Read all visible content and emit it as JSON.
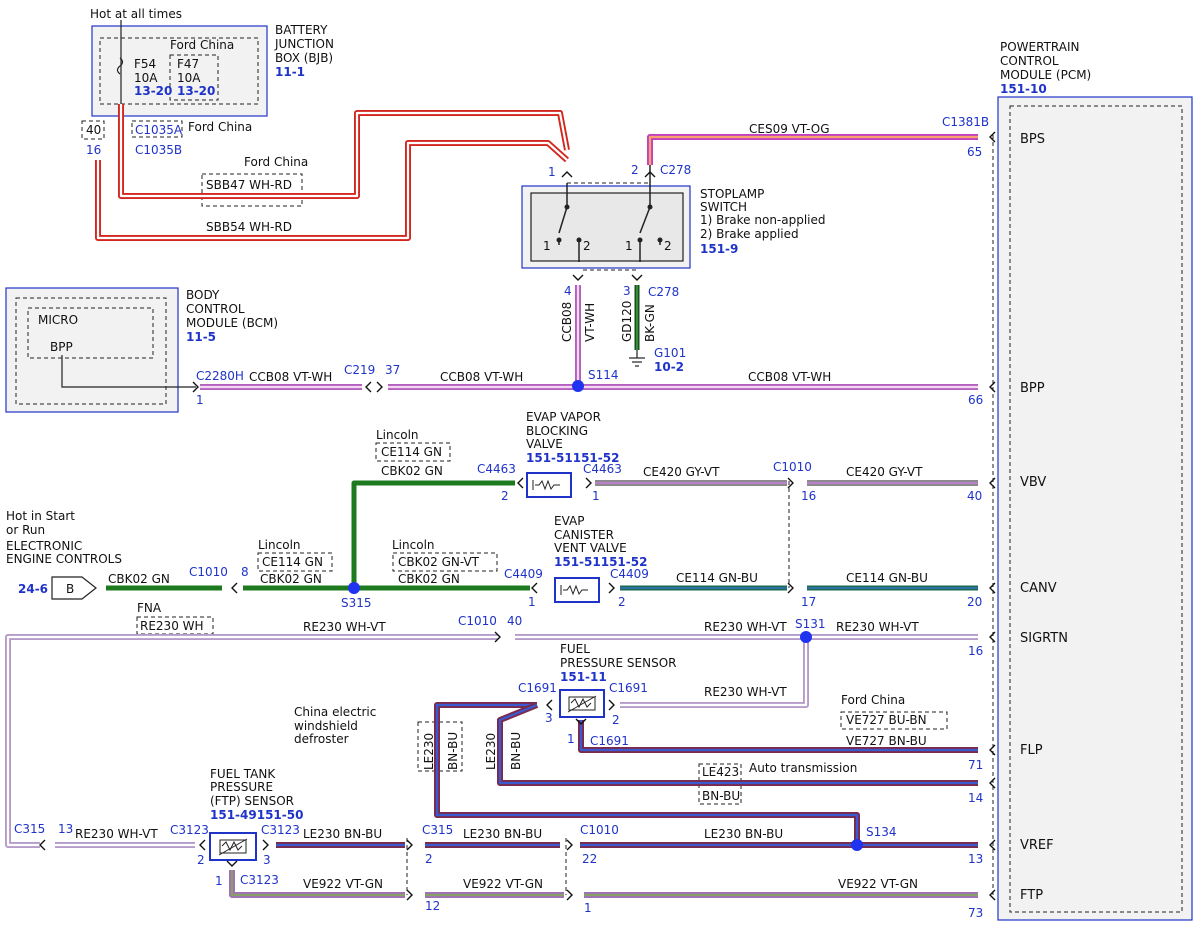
{
  "colors": {
    "WH-RD": {
      "outer": "#d3261f",
      "inner": "#ffffff"
    },
    "VT-OG": {
      "outer": "#c040c0",
      "inner": "#f7a36b"
    },
    "VT-WH": {
      "outer": "#b25fc0",
      "inner": "#f6d7f3"
    },
    "BK-GN": {
      "outer": "#0f4d18",
      "inner": "#3a8a3a"
    },
    "GN": {
      "outer": "#1e7a1e",
      "inner": "#1e7a1e"
    },
    "GY-VT": {
      "outer": "#8a8a8a",
      "inner": "#b880c8"
    },
    "GN-BU": {
      "outer": "#1a6a4a",
      "inner": "#2c6fa0"
    },
    "WH-VT": {
      "outer": "#b59bc9",
      "inner": "#ffffff"
    },
    "BN-BU": {
      "outer": "#7b2a4b",
      "inner": "#3a5ad0"
    },
    "VT-GN": {
      "outer": "#a070b8",
      "inner": "#87a067"
    },
    "accent_blue": "#1f33c9"
  },
  "labels": {
    "hot_at_all_times": "Hot at all times",
    "bjb_title": [
      "BATTERY",
      "JUNCTION",
      "BOX (BJB)"
    ],
    "bjb_ref": "11-1",
    "ford_china_fuse": "Ford China",
    "f54": [
      "F54",
      "10A"
    ],
    "f54_ref": "13-20",
    "f47": [
      "F47",
      "10A"
    ],
    "f47_ref": "13-20",
    "c1035a_pin": "40",
    "c1035a": "C1035A",
    "c1035a_note": "Ford China",
    "c1035b_pin": "16",
    "c1035b": "C1035B",
    "sbb47_note": "Ford China",
    "sbb47": "SBB47   WH-RD",
    "sbb54": "SBB54   WH-RD",
    "pcm_title": [
      "POWERTRAIN",
      "CONTROL",
      "MODULE (PCM)"
    ],
    "pcm_ref": "151-10",
    "c1381b": "C1381B",
    "ces09": "CES09   VT-OG",
    "bps_pin": "65",
    "bps": "BPS",
    "stoplamp_pin1": "1",
    "stoplamp_pin2": "2",
    "c278_top": "C278",
    "stoplamp_title": [
      "STOPLAMP",
      "SWITCH",
      "1) Brake non-applied",
      "2) Brake applied"
    ],
    "stoplamp_ref": "151-9",
    "sw_pos_1a": "1",
    "sw_pos_2a": "2",
    "sw_pos_1b": "1",
    "sw_pos_2b": "2",
    "pin4": "4",
    "pin3": "3",
    "c278_bottom": "C278",
    "ccb08_vertical": "CCB08",
    "vt_wh_vertical": "VT-WH",
    "gd120": "GD120",
    "bk_gn": "BK-GN",
    "g101": "G101",
    "g101_ref": "10-2",
    "bcm_title": [
      "BODY",
      "CONTROL",
      "MODULE (BCM)"
    ],
    "bcm_ref": "11-5",
    "micro": "MICRO",
    "bpp_inner": "BPP",
    "c2280h": "C2280H",
    "c2280h_pin": "1",
    "ccb08_a": "CCB08   VT-WH",
    "c219": "C219",
    "c219_pin": "37",
    "ccb08_b": "CCB08   VT-WH",
    "s114": "S114",
    "ccb08_c": "CCB08   VT-WH",
    "bpp_pin": "66",
    "bpp": "BPP",
    "evap_vbv_title": [
      "EVAP VAPOR",
      "BLOCKING",
      "VALVE"
    ],
    "evap_vbv_ref": "151-51151-52",
    "lincoln_1": "Lincoln",
    "ce114_gn_1": "CE114   GN",
    "ckb02_gn_1": "CBK02   GN",
    "c4463_l": "C4463",
    "c4463_l_pin": "2",
    "c4463_r": "C4463",
    "c4463_r_pin": "1",
    "ce420_a": "CE420   GY-VT",
    "c1010_vbv": "C1010",
    "c1010_vbv_pin": "16",
    "ce420_b": "CE420   GY-VT",
    "vbv_pin": "40",
    "vbv": "VBV",
    "hot_start_run": [
      "Hot in Start",
      "or Run"
    ],
    "eec": [
      "ELECTRONIC",
      "ENGINE CONTROLS"
    ],
    "eec_ref": "24-6",
    "eec_conn": "B",
    "ckb02_gn_2": "CBK02   GN",
    "c1010_left": "C1010",
    "c1010_left_pin": "8",
    "lincoln_2": "Lincoln",
    "ce114_gn_2": "CE114   GN",
    "ckb02_gn_3": "CBK02   GN",
    "s315": "S315",
    "lincoln_3": "Lincoln",
    "ckb02_gnvt": "CBK02   GN-VT",
    "ckb02_gn_4": "CBK02   GN",
    "evap_cvv_title": [
      "EVAP",
      "CANISTER",
      "VENT VALVE"
    ],
    "evap_cvv_ref": "151-51151-52",
    "c4409_l": "C4409",
    "c4409_l_pin": "1",
    "c4409_r": "C4409",
    "c4409_r_pin": "2",
    "ce114_a": "CE114   GN-BU",
    "ce114_a_pin": "17",
    "ce114_b": "CE114   GN-BU",
    "canv_pin": "20",
    "canv": "CANV",
    "fna": "FNA",
    "re230_wh_note": "RE230   WH",
    "re230_a": "RE230   WH-VT",
    "c1010_sig": "C1010",
    "c1010_sig_pin": "40",
    "re230_b": "RE230   WH-VT",
    "s131": "S131",
    "re230_c": "RE230   WH-VT",
    "sigrtn_pin": "16",
    "sigrtn": "SIGRTN",
    "fps_title": [
      "FUEL",
      "PRESSURE SENSOR"
    ],
    "fps_ref": "151-11",
    "c1691_l": "C1691",
    "c1691_r": "C1691",
    "c1691_l_pin": "3",
    "c1691_r_pin": "2",
    "c1691_b_pin": "1",
    "c1691_b": "C1691",
    "re230_fps": "RE230   WH-VT",
    "ford_china_ve": "Ford China",
    "ve727_note": "VE727   BU-BN",
    "ve727": "VE727   BN-BU",
    "flp_pin": "71",
    "flp": "FLP",
    "china_defroster": [
      "China electric",
      "windshield",
      "defroster"
    ],
    "le230_v1": "LE230",
    "bn_bu_v1": "BN-BU",
    "le230_v2": "LE230",
    "bn_bu_v2": "BN-BU",
    "le423": "LE423",
    "bn_bu_le423": "BN-BU",
    "auto_trans": "Auto transmission",
    "pin14": "14",
    "ftp_title": [
      "FUEL TANK",
      "PRESSURE",
      "(FTP) SENSOR"
    ],
    "ftp_ref": "151-49151-50",
    "c315_left": "C315",
    "c315_left_pin": "13",
    "re230_d": "RE230   WH-VT",
    "c3123_l": "C3123",
    "c3123_l_pin": "2",
    "c3123_r": "C3123",
    "c3123_r_pin": "3",
    "le230_a": "LE230   BN-BU",
    "c315_mid": "C315",
    "c315_mid_pin": "2",
    "le230_b": "LE230   BN-BU",
    "c1010_vref": "C1010",
    "c1010_vref_pin": "22",
    "le230_c": "LE230   BN-BU",
    "s134": "S134",
    "vref_pin": "13",
    "vref": "VREF",
    "c3123_b_pin": "1",
    "c3123_b": "C3123",
    "ve922_a": "VE922   VT-GN",
    "ve922_a_pin": "12",
    "ve922_b": "VE922   VT-GN",
    "ve922_b_pin": "1",
    "ve922_c": "VE922   VT-GN",
    "ftp_pin": "73",
    "ftp": "FTP"
  }
}
